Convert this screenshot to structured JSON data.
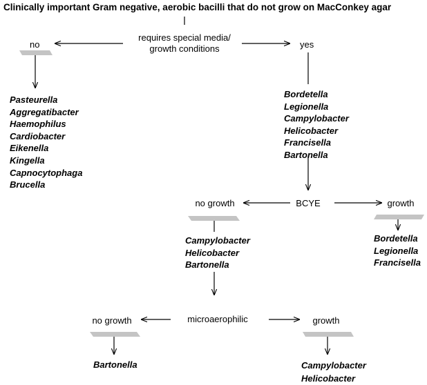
{
  "title": "Clinically important Gram negative, aerobic bacilli that do not grow on MacConkey agar",
  "level1": {
    "question": [
      "requires special media/",
      "growth conditions"
    ],
    "no_label": "no",
    "yes_label": "yes",
    "no_list": [
      "Pasteurella",
      "Aggregatibacter",
      "Haemophilus",
      "Cardiobacter",
      "Eikenella",
      "Kingella",
      "Capnocytophaga",
      "Brucella"
    ],
    "yes_list": [
      "Bordetella",
      "Legionella",
      "Campylobacter",
      "Helicobacter",
      "Francisella",
      "Bartonella"
    ]
  },
  "level2": {
    "test": "BCYE",
    "no_growth_label": "no growth",
    "growth_label": "growth",
    "no_growth_list": [
      "Campylobacter",
      "Helicobacter",
      "Bartonella"
    ],
    "growth_list": [
      "Bordetella",
      "Legionella",
      "Francisella"
    ]
  },
  "level3": {
    "test": "microaerophilic",
    "no_growth_label": "no growth",
    "growth_label": "growth",
    "no_growth_list": [
      "Bartonella"
    ],
    "growth_list": [
      "Campylobacter",
      "Helicobacter"
    ]
  },
  "colors": {
    "bar": "#c4c4c4",
    "line": "#000000"
  }
}
